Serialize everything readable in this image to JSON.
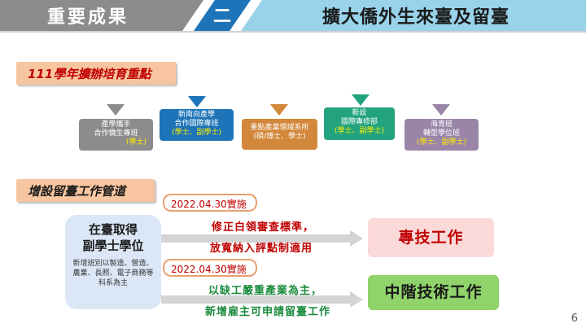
{
  "header": {
    "left_title": "重要成果",
    "section_num": "二",
    "right_title": "擴大僑外生來臺及留臺"
  },
  "section1": {
    "label_prefix": "111",
    "label_rest": "學年擴辦培育重點"
  },
  "categories": [
    {
      "line1": "產學攜手",
      "line2": "合作僑生專班",
      "line3": "(學士)",
      "color": "#8c8c8c"
    },
    {
      "line1": "新南向產學",
      "line2": "合作國際專班",
      "line3": "(學士、副學士)",
      "color": "#1e74b8"
    },
    {
      "line1": "重點產業領域系所",
      "line2": "(碩/博士、學士)",
      "line3": "",
      "color": "#d2873a"
    },
    {
      "line1": "新設",
      "line2": "國際專修部",
      "line3": "(學士、副學士)",
      "color": "#22a37e"
    },
    {
      "line1": "海青班",
      "line2": "轉型學位班",
      "line3": "(學士、副學士)",
      "color": "#9a85a8"
    }
  ],
  "section2": {
    "label": "增設留臺工作管道"
  },
  "left_box": {
    "title_line1": "在臺取得",
    "title_line2": "副學士學位",
    "desc": "新增班別以製造、營造、農業、長照、電子商務等科系為主"
  },
  "row1": {
    "date": "2022.04.30實施",
    "text_line1": "修正白領審查標準，",
    "text_line2": "放寬納入評點制適用",
    "result": "專技工作"
  },
  "row2": {
    "date": "2022.04.30實施",
    "text_line1": "以缺工嚴重產業為主，",
    "text_line2": "新增雇主可申請留臺工作",
    "result": "中階技術工作"
  },
  "page_number": "6",
  "colors": {
    "header_gray": "#8c8c8c",
    "header_blue": "#1e74b8",
    "header_light": "#99d3ea",
    "red_text": "#c00000",
    "green_text": "#1a8a3c"
  }
}
